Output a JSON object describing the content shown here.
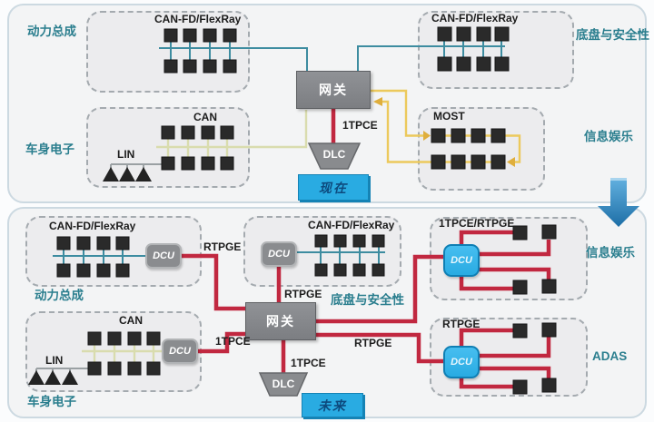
{
  "colors": {
    "panel_border": "#ccd9e1",
    "domain_teal": "#2a7e8e",
    "tag_blue": "#29abe2",
    "dcu_blue": "#29abe2",
    "ethernet_red": "#c12840",
    "canfd_teal": "#3d8ca0",
    "can_pale": "#d9dcae",
    "most_yellow": "#ecc95c",
    "lin_gray": "#9aa0a3",
    "component_gray": "#8a8c8f",
    "node_black": "#2a2a2a"
  },
  "now": {
    "tag": "现在",
    "gateway": "网关",
    "dlc": "DLC",
    "dlc_link": "1TPCE",
    "powertrain": {
      "domain": "动力总成",
      "bus": "CAN-FD/FlexRay"
    },
    "body": {
      "domain": "车身电子",
      "bus": "CAN",
      "sub_bus": "LIN"
    },
    "chassis": {
      "domain": "底盘与安全性",
      "bus": "CAN-FD/FlexRay"
    },
    "infotainment": {
      "domain": "信息娱乐",
      "bus": "MOST"
    }
  },
  "future": {
    "tag": "未来",
    "gateway": "网关",
    "dlc": "DLC",
    "dlc_link": "1TPCE",
    "dcu": "DCU",
    "powertrain": {
      "domain": "动力总成",
      "bus": "CAN-FD/FlexRay",
      "link": "RTPGE"
    },
    "body": {
      "domain": "车身电子",
      "bus": "CAN",
      "sub_bus": "LIN",
      "link": "1TPCE"
    },
    "chassis": {
      "domain": "底盘与安全性",
      "bus": "CAN-FD/FlexRay",
      "link": "RTPGE"
    },
    "infotainment": {
      "domain": "信息娱乐",
      "bus": "1TPCE/RTPGE"
    },
    "adas": {
      "domain": "ADAS",
      "bus": "RTPGE",
      "link": "RTPGE"
    }
  }
}
